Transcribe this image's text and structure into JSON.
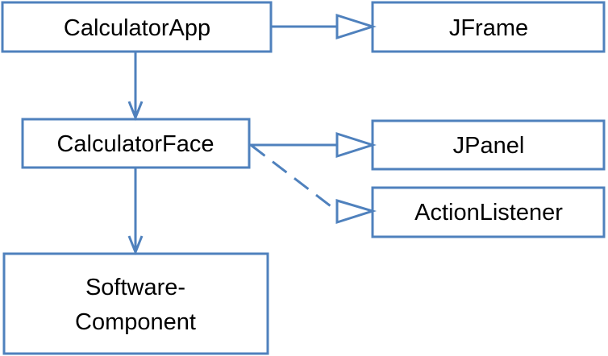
{
  "colors": {
    "stroke": "#4f81bd",
    "background": "#ffffff",
    "text": "#000000"
  },
  "nodes": {
    "calculator_app": "CalculatorApp",
    "jframe": "JFrame",
    "calculator_face": "CalculatorFace",
    "jpanel": "JPanel",
    "action_listener": "ActionListener",
    "software_component": [
      "Software-",
      "Component"
    ]
  },
  "edges": [
    {
      "from": "CalculatorApp",
      "to": "JFrame",
      "style": "solid",
      "head": "hollow-triangle"
    },
    {
      "from": "CalculatorApp",
      "to": "CalculatorFace",
      "style": "solid",
      "head": "open-arrow"
    },
    {
      "from": "CalculatorFace",
      "to": "JPanel",
      "style": "solid",
      "head": "hollow-triangle"
    },
    {
      "from": "CalculatorFace",
      "to": "ActionListener",
      "style": "dashed",
      "head": "hollow-triangle"
    },
    {
      "from": "CalculatorFace",
      "to": "Software-Component",
      "style": "solid",
      "head": "open-arrow"
    }
  ]
}
